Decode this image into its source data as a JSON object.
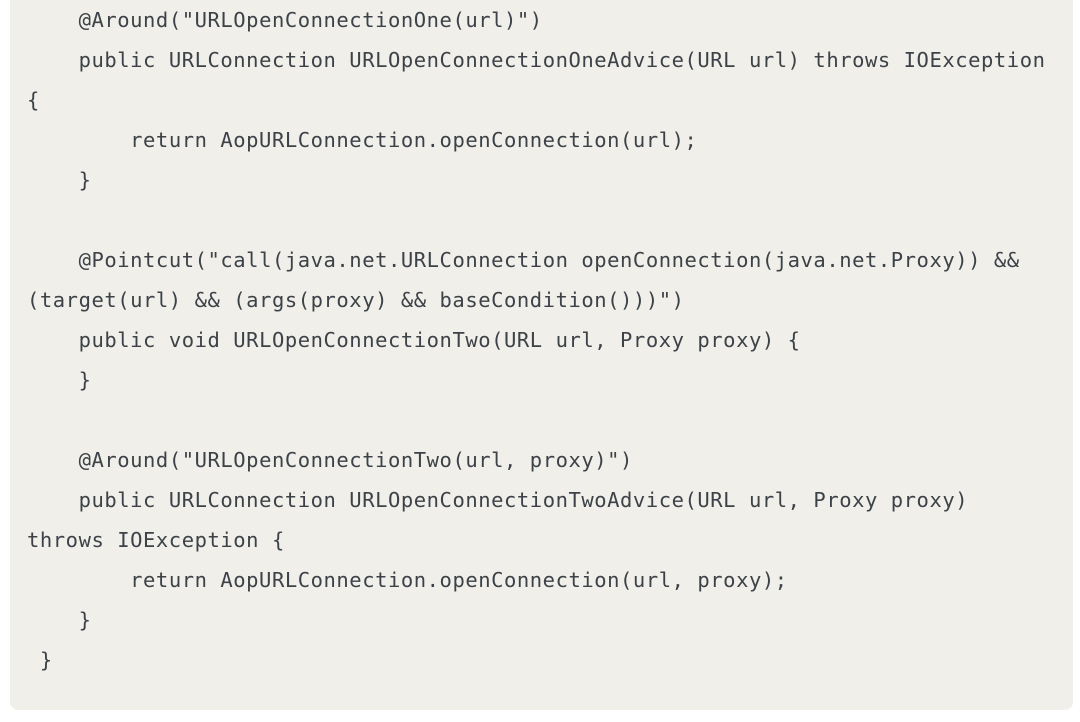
{
  "page": {
    "background_color": "#ffffff"
  },
  "code_block": {
    "background_color": "#f0efea",
    "text_color": "#3c4247",
    "language": "java",
    "lines": [
      "    @Around(\"URLOpenConnectionOne(url)\")",
      "    public URLConnection URLOpenConnectionOneAdvice(URL url) throws IOException {",
      "        return AopURLConnection.openConnection(url);",
      "    }",
      "",
      "    @Pointcut(\"call(java.net.URLConnection openConnection(java.net.Proxy)) && (target(url) && (args(proxy) && baseCondition()))\")",
      "    public void URLOpenConnectionTwo(URL url, Proxy proxy) {",
      "    }",
      "",
      "    @Around(\"URLOpenConnectionTwo(url, proxy)\")",
      "    public URLConnection URLOpenConnectionTwoAdvice(URL url, Proxy proxy) throws IOException {",
      "        return AopURLConnection.openConnection(url, proxy);",
      "    }",
      " }"
    ]
  }
}
